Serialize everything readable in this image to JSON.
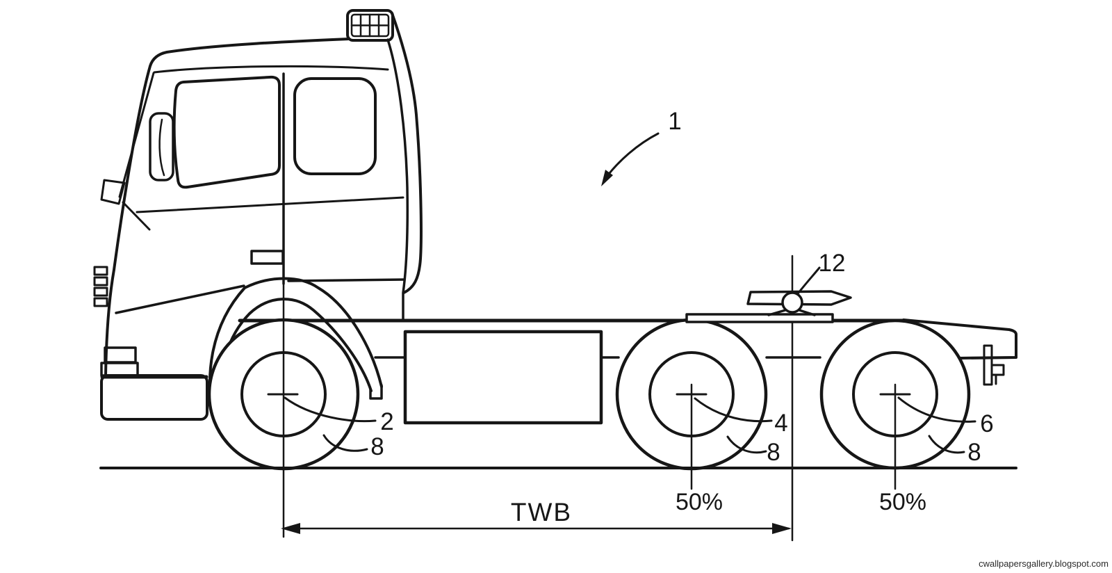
{
  "figure": {
    "reference_labels": {
      "truck": "1",
      "front_axle": "2",
      "middle_axle": "4",
      "rear_axle": "6",
      "front_tire": "8",
      "middle_tire": "8",
      "rear_tire": "8",
      "fifth_wheel": "12"
    },
    "dimension_labels": {
      "wheelbase": "TWB",
      "middle_axle_load": "50%",
      "rear_axle_load": "50%"
    },
    "watermark": "cwallpapersgallery.blogspot.com",
    "colors": {
      "ink": "#161616",
      "paper": "#ffffff"
    }
  }
}
